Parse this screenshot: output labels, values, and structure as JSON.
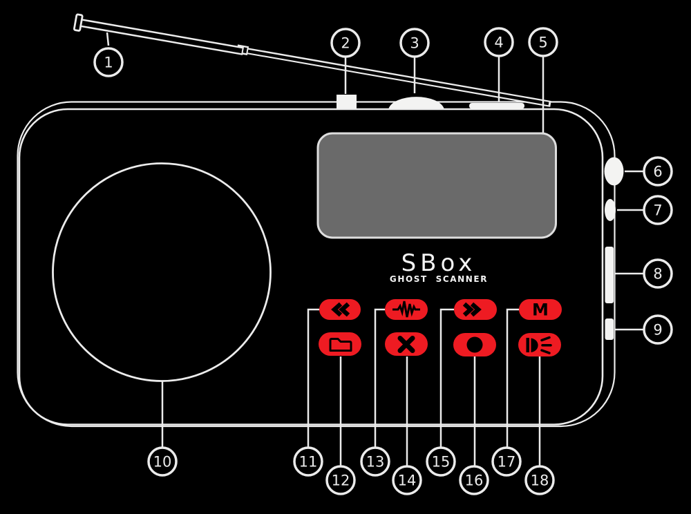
{
  "brand": {
    "name": "SBox",
    "subtitle": "GHOST SCANNER"
  },
  "buttons": {
    "m_label": "M",
    "icons": [
      "rewind-icon",
      "waveform-icon",
      "fast-forward-icon",
      "memory-label",
      "folder-icon",
      "x-icon",
      "record-icon",
      "flashlight-icon"
    ]
  },
  "callouts": {
    "numbers": [
      "1",
      "2",
      "3",
      "4",
      "5",
      "6",
      "7",
      "8",
      "9",
      "10",
      "11",
      "12",
      "13",
      "14",
      "15",
      "16",
      "17",
      "18"
    ]
  },
  "colors": {
    "background": "#000000",
    "outline": "#ececec",
    "item_fill": "#f3f3f2",
    "button_red": "#ee1b22",
    "icon_black": "#000000",
    "display_gray": "#6a6a6a"
  }
}
